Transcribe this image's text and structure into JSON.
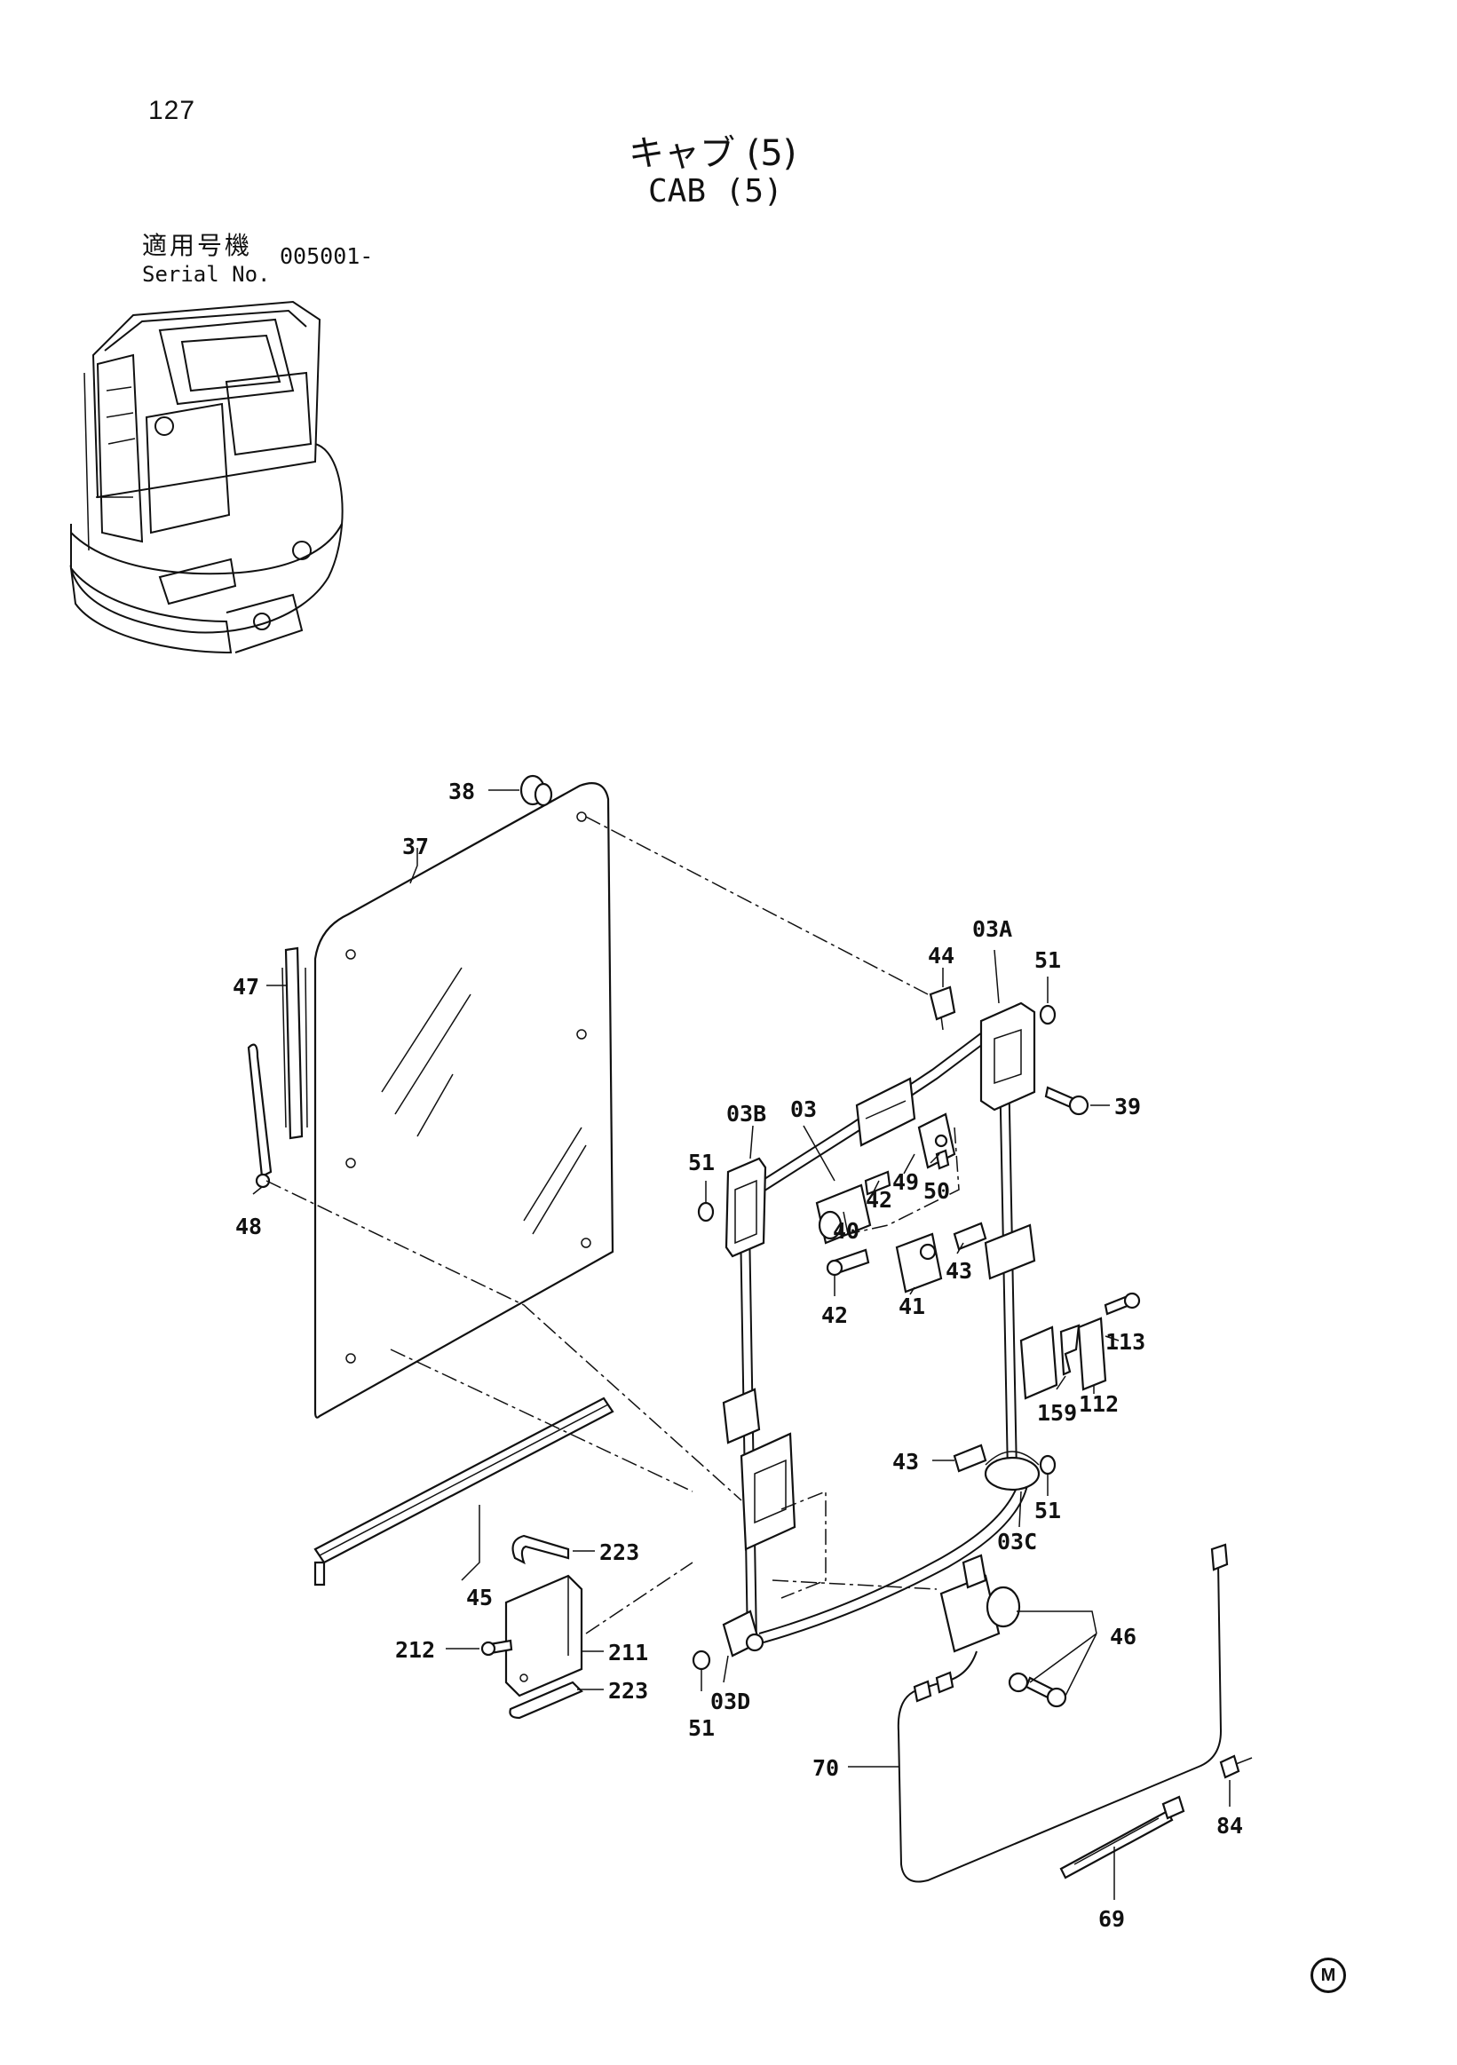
{
  "page_number": "127",
  "title_ja": "キャブ (5)",
  "title_en": "CAB (5)",
  "serial": {
    "label_ja": "適用号機",
    "label_en": "Serial No.",
    "value": "005001-"
  },
  "mark": "M",
  "callouts": {
    "c37": "37",
    "c38": "38",
    "c47": "47",
    "c48": "48",
    "c44": "44",
    "c03a": "03A",
    "c51a": "51",
    "c39": "39",
    "c03b": "03B",
    "c03": "03",
    "c51b": "51",
    "c42a": "42",
    "c49": "49",
    "c50": "50",
    "c40": "40",
    "c42b": "42",
    "c41": "41",
    "c43a": "43",
    "c113": "113",
    "c159": "159",
    "c112": "112",
    "c43b": "43",
    "c51c": "51",
    "c03c": "03C",
    "c45": "45",
    "c223a": "223",
    "c212": "212",
    "c211": "211",
    "c223b": "223",
    "c03d": "03D",
    "c51d": "51",
    "c46": "46",
    "c70": "70",
    "c84": "84",
    "c69": "69"
  }
}
